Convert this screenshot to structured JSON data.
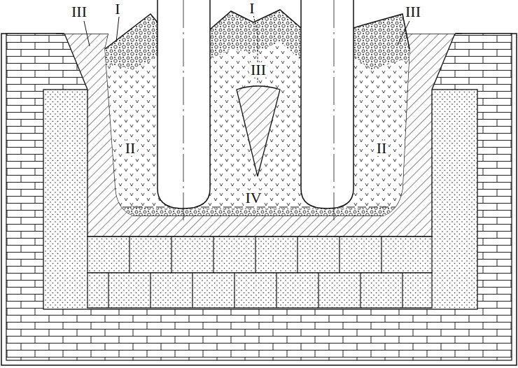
{
  "diagram": {
    "labels": [
      "III",
      "I",
      "I",
      "III",
      "III",
      "II",
      "II",
      "IV"
    ]
  }
}
